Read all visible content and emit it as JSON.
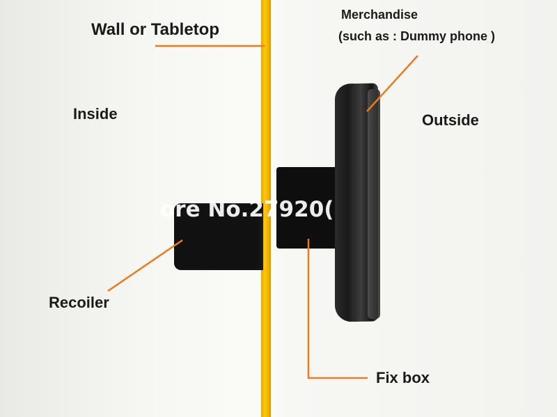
{
  "labels": {
    "wall": "Wall or Tabletop",
    "merchandise_line1": "Merchandise",
    "merchandise_line2": "(such as : Dummy phone  )",
    "inside": "Inside",
    "outside": "Outside",
    "recoiler": "Recoiler",
    "fix_box": "Fix box"
  },
  "watermark": "ore No.27920(",
  "colors": {
    "wall": "#f7b800",
    "leader_line": "#f07a1a",
    "device_black": "#111111"
  }
}
